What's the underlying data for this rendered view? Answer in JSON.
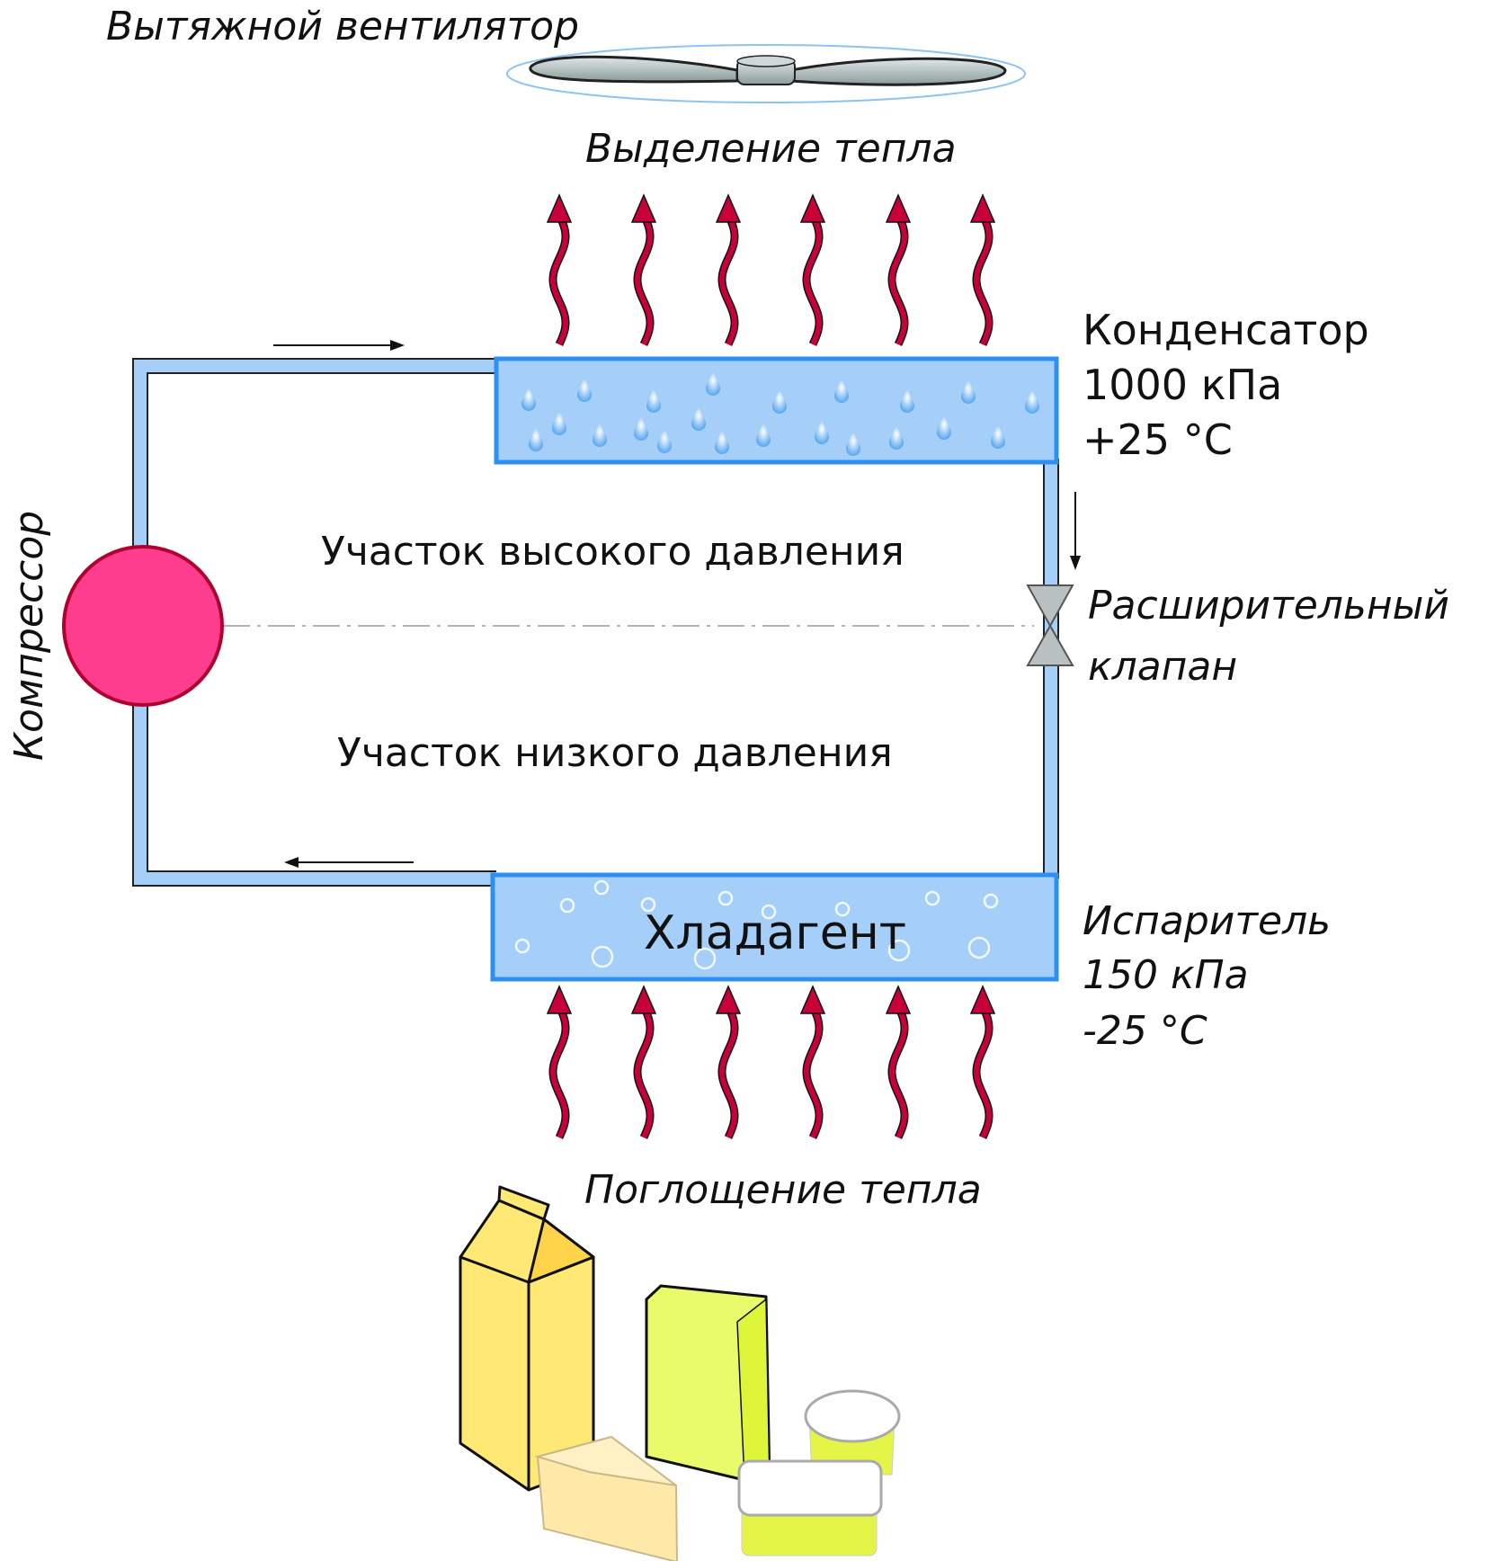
{
  "fan": {
    "label": "Вытяжной вентилятор"
  },
  "heat_release": {
    "label": "Выделение тепла",
    "arrow_count": 6,
    "arrow_color": "#c8003a"
  },
  "condenser": {
    "name": "Конденсатор",
    "pressure": "1000 кПа",
    "temperature": "+25 °C",
    "fill_color": "#a5cff8",
    "border_color": "#2d90f0"
  },
  "high_pressure_zone": {
    "label": "Участок высокого давления"
  },
  "low_pressure_zone": {
    "label": "Участок низкого давления"
  },
  "compressor": {
    "label": "Компрессор",
    "color": "#ff3d8e"
  },
  "expansion_valve": {
    "line1": "Расширительный",
    "line2": "клапан"
  },
  "evaporator": {
    "name": "Испаритель",
    "pressure": "150 кПа",
    "temperature": "-25 °C",
    "refrigerant_label": "Хладагент"
  },
  "heat_absorption": {
    "label": "Поглощение тепла",
    "arrow_count": 6
  }
}
